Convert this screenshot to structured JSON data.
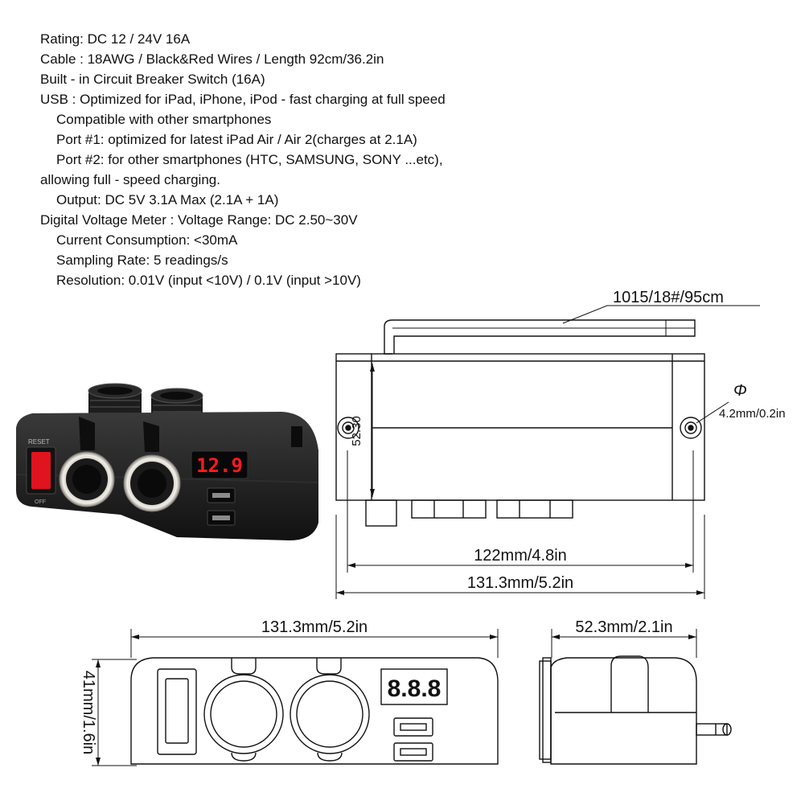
{
  "specs": [
    "Rating: DC 12 / 24V 16A",
    "Cable : 18AWG / Black&Red Wires / Length 92cm/36.2in",
    "Built - in Circuit Breaker Switch (16A)",
    "USB : Optimized for iPad, iPhone, iPod  -  fast charging at full speed",
    "Compatible with other smartphones",
    "Port #1: optimized for latest iPad Air / Air 2(charges at 2.1A)",
    "Port #2: for other smartphones (HTC, SAMSUNG, SONY ...etc),",
    "allowing full - speed charging.",
    "Output: DC 5V 3.1A Max (2.1A + 1A)",
    "Digital Voltage Meter :     Voltage Range: DC 2.50~30V",
    "Current Consumption: <30mA",
    "Sampling Rate: 5 readings/s",
    "Resolution: 0.01V (input <10V) / 0.1V (input >10V)"
  ],
  "photo": {
    "reset_label": "RESET",
    "off_label": "OFF",
    "voltmeter_reading": "12.9",
    "led_color": "#ff1a1a",
    "switch_color": "#e0141e"
  },
  "top_view": {
    "cable_label": "1015/18#/95cm",
    "hole_symbol": "Φ",
    "hole_label": "4.2mm/0.2in",
    "height_label": "52.30",
    "inner_width_label": "122mm/4.8in",
    "outer_width_label": "131.3mm/5.2in"
  },
  "front_view": {
    "width_label": "131.3mm/5.2in",
    "height_label": "41mm/1.6in",
    "display_text": "8.8.8"
  },
  "side_view": {
    "depth_label": "52.3mm/2.1in"
  }
}
